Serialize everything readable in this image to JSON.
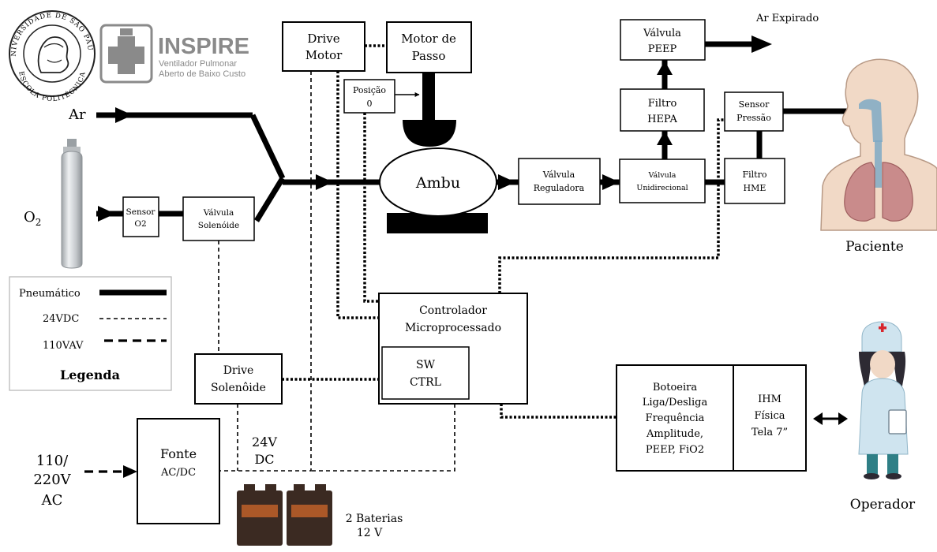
{
  "logos": {
    "usp_top": "UNIVERSIDADE DE SÃO PAULO",
    "usp_bottom": "ESCOLA POLITÉCNICA",
    "inspire_title": "INSPIRE",
    "inspire_line1": "Ventilador Pulmonar",
    "inspire_line2": "Aberto de Baixo Custo"
  },
  "inputs": {
    "ar": "Ar",
    "o2_main": "O",
    "o2_sub": "2",
    "mains_line1": "110/",
    "mains_line2": "220V",
    "mains_line3": "AC"
  },
  "blocks": {
    "sensor_o2": [
      "Sensor",
      "O2"
    ],
    "valvula_solenoide": [
      "Válvula",
      "Solenóide"
    ],
    "drive_motor": [
      "Drive",
      "Motor"
    ],
    "motor_passo": [
      "Motor de",
      "Passo"
    ],
    "posicao": [
      "Posição",
      "0"
    ],
    "ambu": "Ambu",
    "valvula_reguladora": [
      "Válvula",
      "Reguladora"
    ],
    "valvula_unidirecional": [
      "Válvula",
      "Unidirecional"
    ],
    "filtro_hepa": [
      "Filtro",
      "HEPA"
    ],
    "valvula_peep": [
      "Válvula",
      "PEEP"
    ],
    "sensor_pressao": [
      "Sensor",
      "Pressão"
    ],
    "filtro_hme": [
      "Filtro",
      "HME"
    ],
    "controlador": [
      "Controlador",
      "Microprocessado"
    ],
    "sw_ctrl": [
      "SW",
      "CTRL"
    ],
    "drive_solenoide": [
      "Drive",
      "Solenôide"
    ],
    "fonte": [
      "Fonte",
      "AC/DC"
    ],
    "dc_label": [
      "24V",
      "DC"
    ],
    "baterias": [
      "2 Baterias",
      "12 V"
    ],
    "botoeira": [
      "Botoeira",
      "Liga/Desliga",
      "Frequência",
      "Amplitude,",
      "PEEP, FiO2"
    ],
    "ihm": [
      "IHM",
      "Física",
      "Tela 7”"
    ]
  },
  "outputs": {
    "ar_expirado": "Ar Expirado",
    "paciente": "Paciente",
    "operador": "Operador"
  },
  "legend": {
    "pneumatico": "Pneumático",
    "vdc": "24VDC",
    "vac": "110VAV",
    "title": "Legenda"
  },
  "colors": {
    "line": "#000000",
    "inspire_gray": "#8a8a8a",
    "lung": "#c98b8b",
    "airway": "#7fa9c4",
    "skin": "#f1d9c6",
    "battery": "#3b2a22",
    "battery_label": "#c8642a",
    "oxygen_tank": "#c9cccf",
    "operator_coat": "#cfe4ef",
    "operator_cross": "#d8262d"
  }
}
